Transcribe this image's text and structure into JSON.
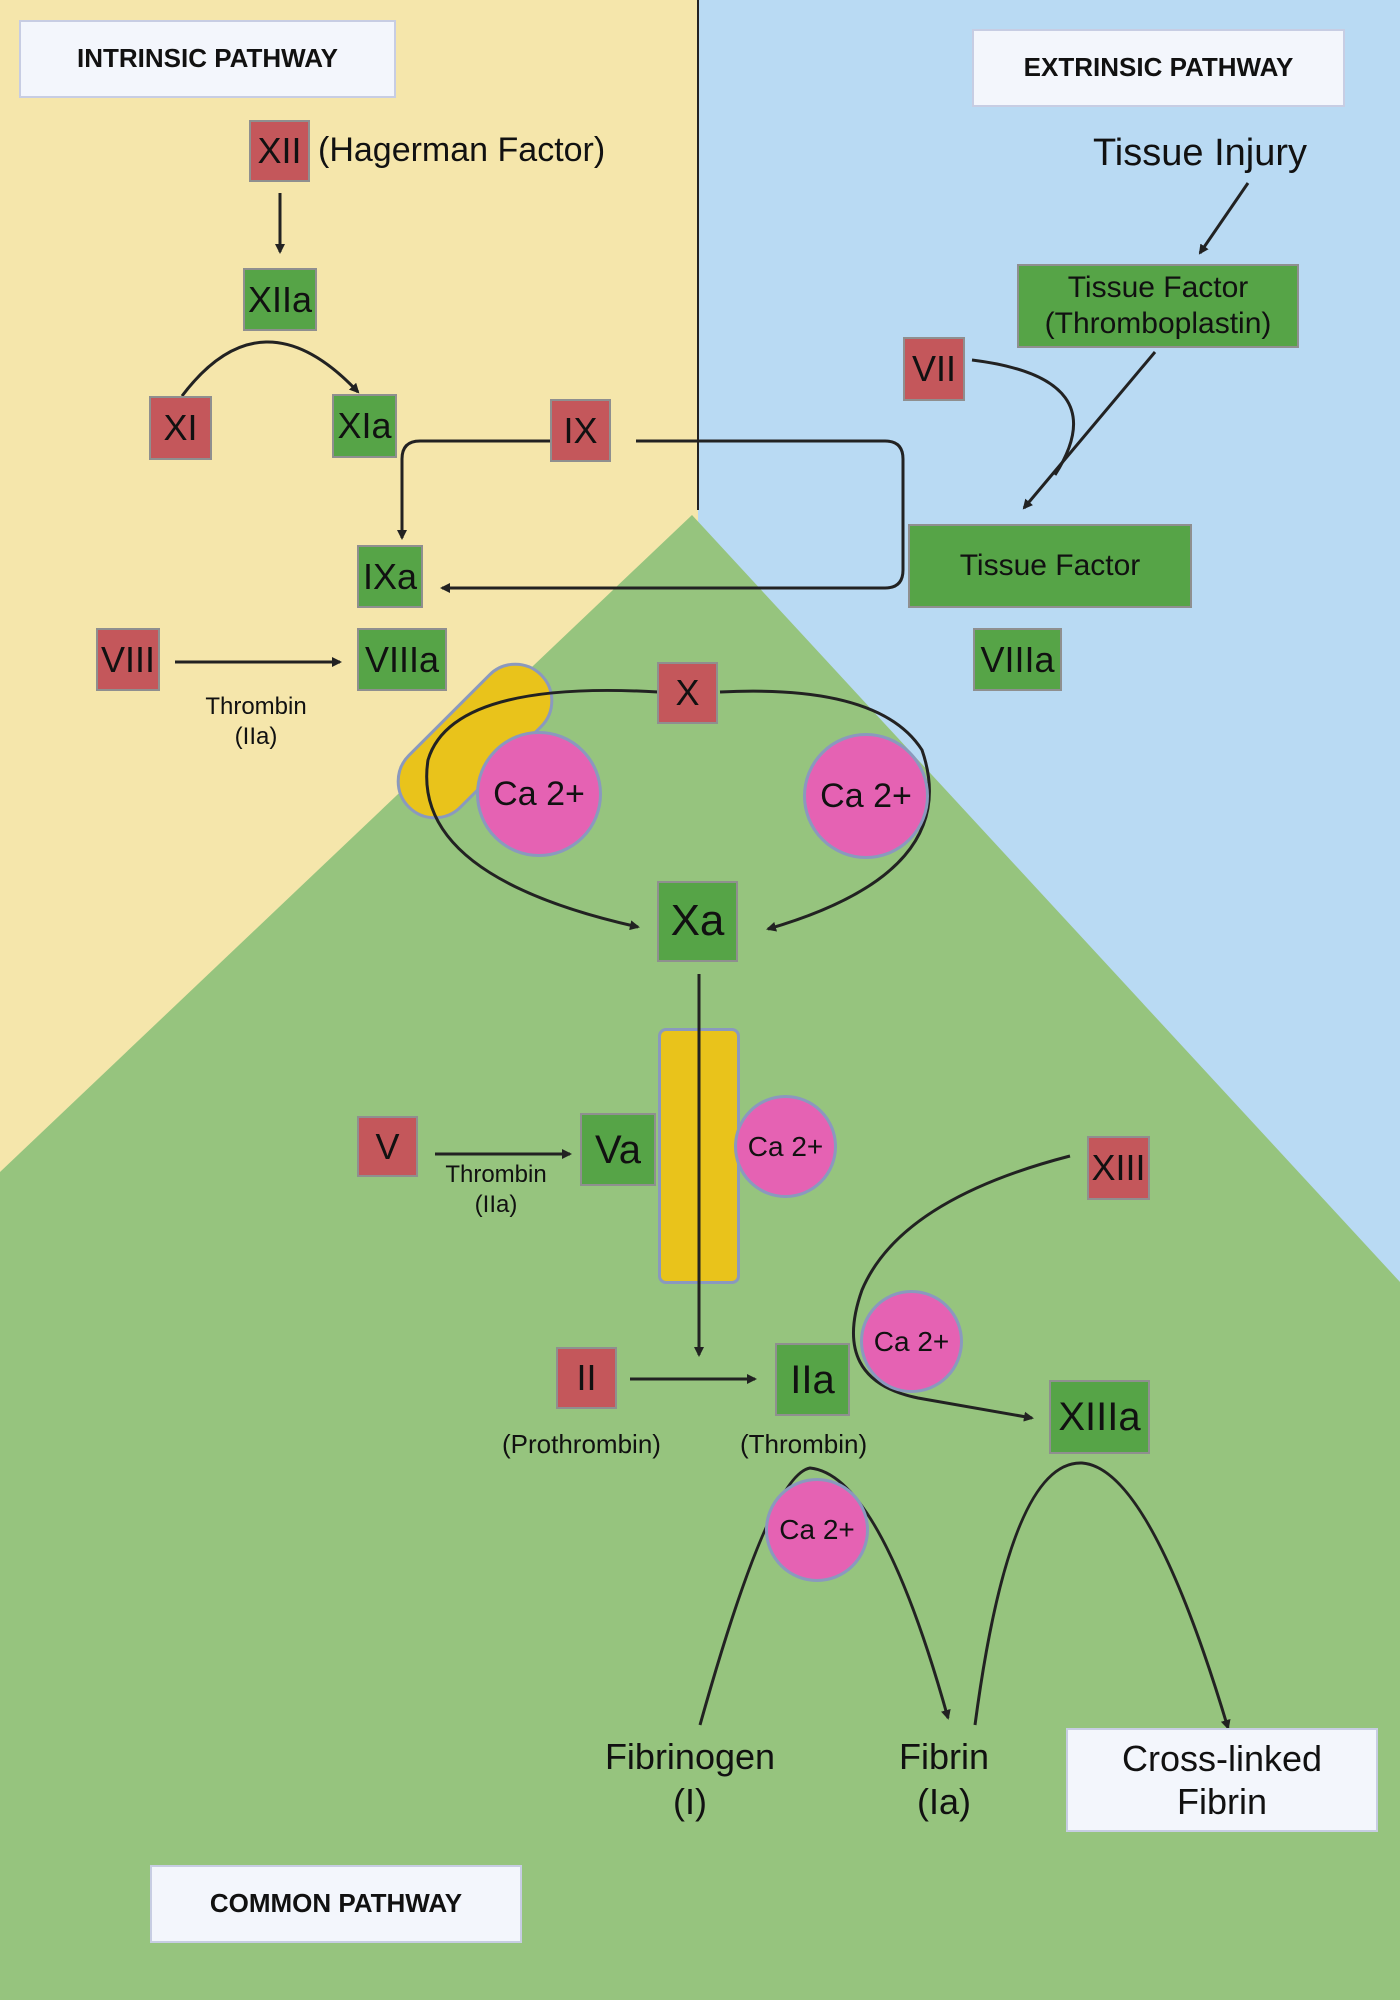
{
  "colors": {
    "intrinsic_bg": "#f5e6ab",
    "extrinsic_bg": "#b9daf3",
    "common_bg": "#96c47e",
    "inactive_factor": "#c4575b",
    "active_factor": "#56a447",
    "calcium": "#e562b3",
    "cofactor_surface": "#e9c31b"
  },
  "headers": {
    "intrinsic": "INTRINSIC PATHWAY",
    "extrinsic": "EXTRINSIC PATHWAY",
    "common": "COMMON PATHWAY"
  },
  "intrinsic": {
    "xii": "XII",
    "xii_name": "(Hagerman Factor)",
    "xiia": "XIIa",
    "xi": "XI",
    "xia": "XIa",
    "ix": "IX",
    "ixa": "IXa",
    "viii": "VIII",
    "viiia": "VIIIa",
    "thrombin": "Thrombin",
    "thrombin_abbr": "(IIa)"
  },
  "extrinsic": {
    "tissue_injury": "Tissue Injury",
    "tissue_factor_line1": "Tissue Factor",
    "tissue_factor_line2": "(Thromboplastin)",
    "vii": "VII",
    "tissue_factor_complex": "Tissue Factor",
    "viiia": "VIIIa"
  },
  "common": {
    "x": "X",
    "ca_left": "Ca 2+",
    "ca_right": "Ca 2+",
    "xa": "Xa",
    "v": "V",
    "va": "Va",
    "thrombin": "Thrombin",
    "thrombin_abbr": "(IIa)",
    "ca_va": "Ca 2+",
    "ii": "II",
    "prothrombin": "(Prothrombin)",
    "iia": "IIa",
    "thrombin_paren": "(Thrombin)",
    "ca_xiii": "Ca 2+",
    "xiii": "XIII",
    "xiiia": "XIIIa",
    "ca_fibrin": "Ca 2+",
    "fibrinogen_line1": "Fibrinogen",
    "fibrinogen_line2": "(I)",
    "fibrin_line1": "Fibrin",
    "fibrin_line2": "(Ia)",
    "crosslinked_line1": "Cross-linked",
    "crosslinked_line2": "Fibrin"
  }
}
